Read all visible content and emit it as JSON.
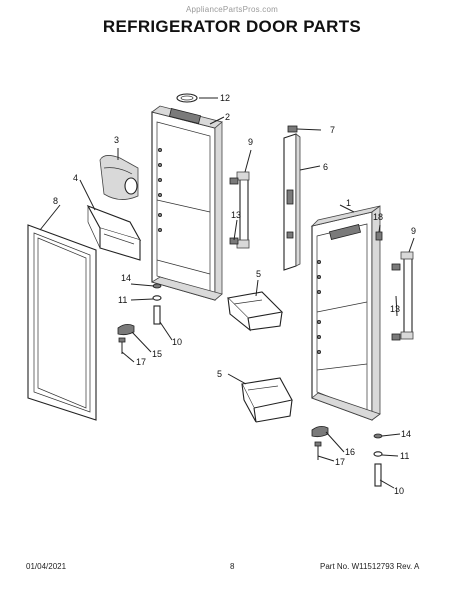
{
  "watermark": "AppliancePartsPros.com",
  "title": "REFRIGERATOR DOOR PARTS",
  "footer": {
    "date": "01/04/2021",
    "page": "8",
    "part_label": "Part No.",
    "part_number": "W11512793",
    "rev_label": "Rev.",
    "rev": "A"
  },
  "callouts": {
    "c1": "1",
    "c2": "2",
    "c3": "3",
    "c4": "4",
    "c5a": "5",
    "c5b": "5",
    "c6": "6",
    "c7": "7",
    "c8": "8",
    "c9a": "9",
    "c9b": "9",
    "c10a": "10",
    "c10b": "10",
    "c11a": "11",
    "c11b": "11",
    "c12": "12",
    "c13a": "13",
    "c13b": "13",
    "c14a": "14",
    "c14b": "14",
    "c15": "15",
    "c16": "16",
    "c17a": "17",
    "c17b": "17",
    "c18": "18"
  }
}
